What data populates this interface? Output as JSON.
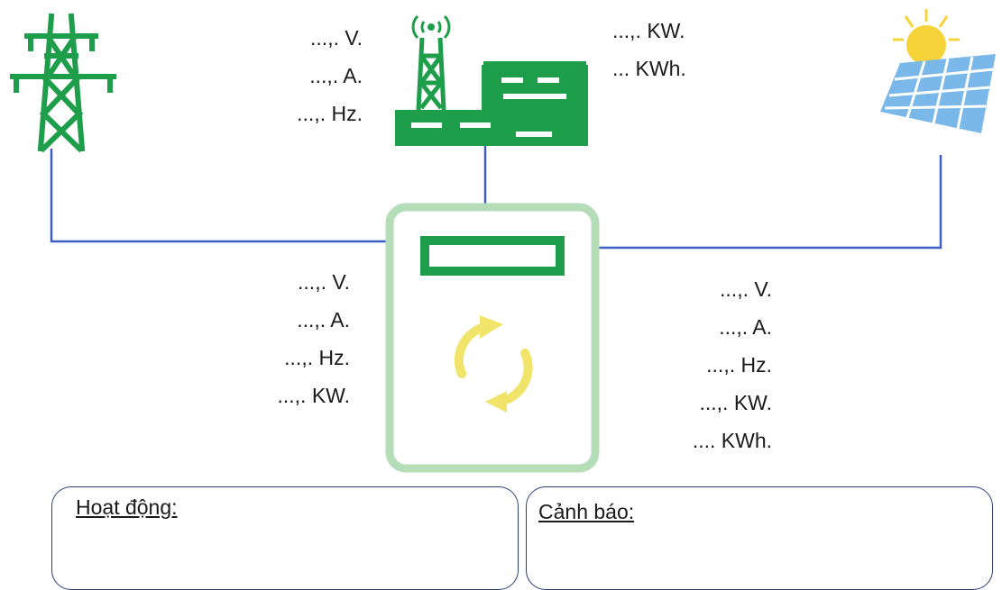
{
  "generator_readings": [
    "...,. V.",
    "...,. A.",
    "...,. Hz."
  ],
  "generator_power": [
    "...,. KW.",
    "... KWh."
  ],
  "grid_side_readings": [
    "...,. V.",
    "...,. A.",
    "...,. Hz.",
    "...,. KW."
  ],
  "solar_side_readings": [
    "...,. V.",
    "...,. A.",
    "...,. Hz.",
    "...,. KW.",
    ".... KWh."
  ],
  "status_panel": {
    "title": "Hoạt động:"
  },
  "warning_panel": {
    "title": "Cảnh báo:"
  },
  "icons": [
    "transmission-tower-icon",
    "generator-plant-icon",
    "solar-panel-icon",
    "controller-device-icon",
    "sync-arrows-icon"
  ],
  "colors": {
    "green": "#1e9e4a",
    "light_green": "#b5ddb8",
    "line_blue": "#3d5fc4",
    "sun_yellow": "#f7d33a",
    "panel_blue": "#7ab8ea",
    "sync_yellow": "#f1e46a"
  }
}
